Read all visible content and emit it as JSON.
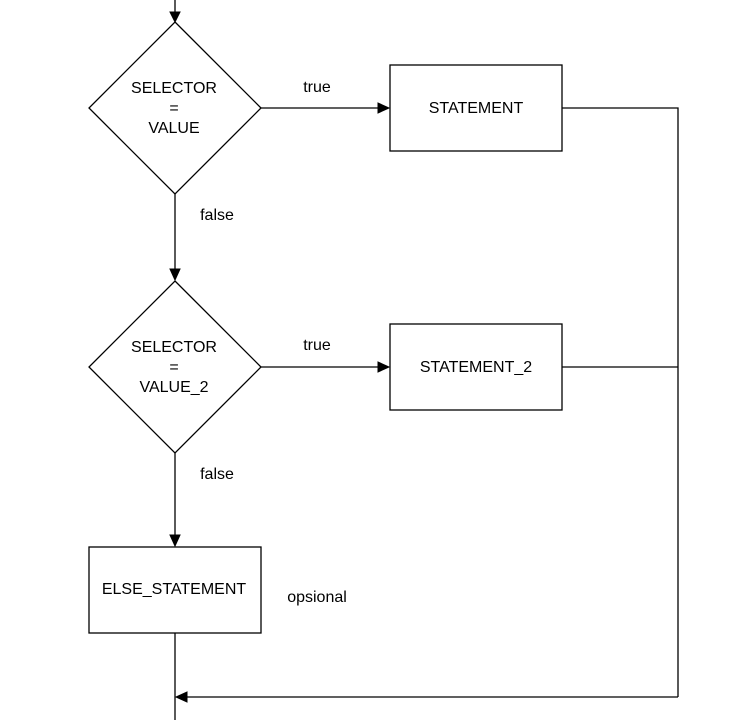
{
  "flowchart": {
    "decision_1": {
      "line_1": "SELECTOR",
      "line_2": "=",
      "line_3": "VALUE"
    },
    "decision_2": {
      "line_1": "SELECTOR",
      "line_2": "=",
      "line_3": "VALUE_2"
    },
    "statement_1": "STATEMENT",
    "statement_2": "STATEMENT_2",
    "else_statement": "ELSE_STATEMENT",
    "edge_labels": {
      "decision_1_true": "true",
      "decision_1_false": "false",
      "decision_2_true": "true",
      "decision_2_false": "false"
    },
    "else_note": "opsional"
  }
}
